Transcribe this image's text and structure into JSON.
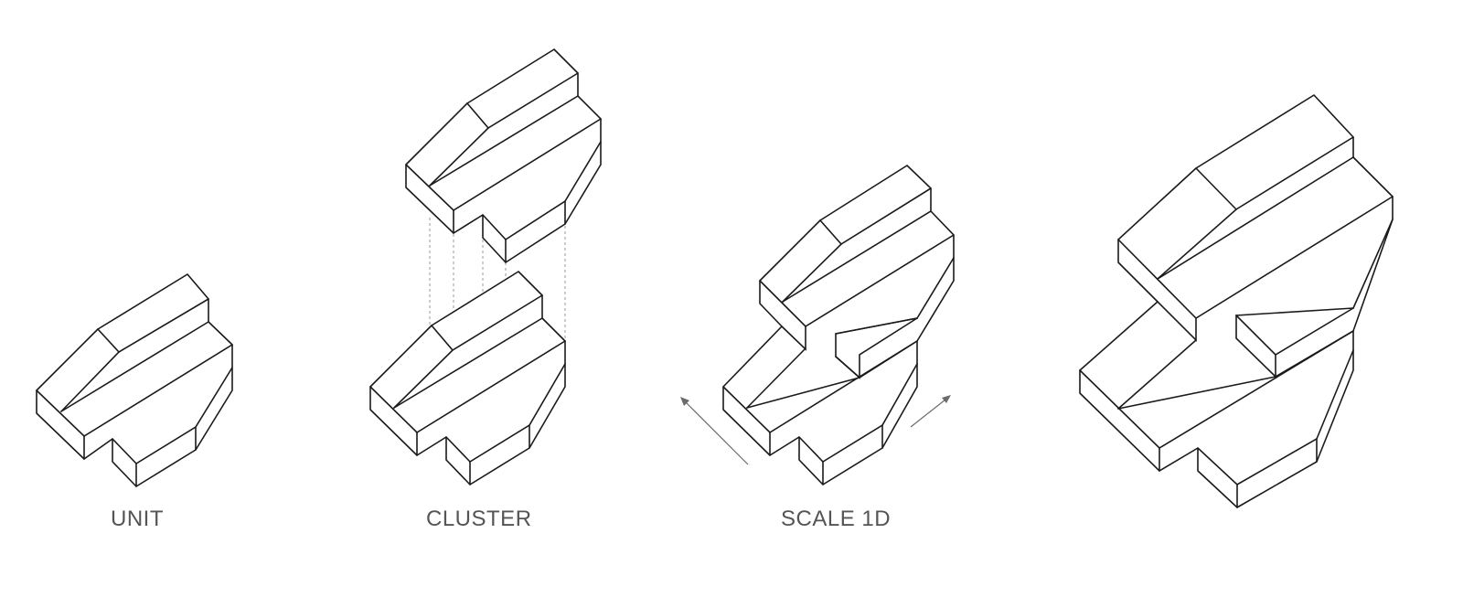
{
  "labels": {
    "unit": "UNIT",
    "cluster": "CLUSTER",
    "scale_1d": "SCALE 1D"
  },
  "colors": {
    "line": "#1a1a1a",
    "guide": "#9a9a9a",
    "arrow": "#6a6a6a",
    "label": "#555555",
    "background": "#ffffff"
  }
}
